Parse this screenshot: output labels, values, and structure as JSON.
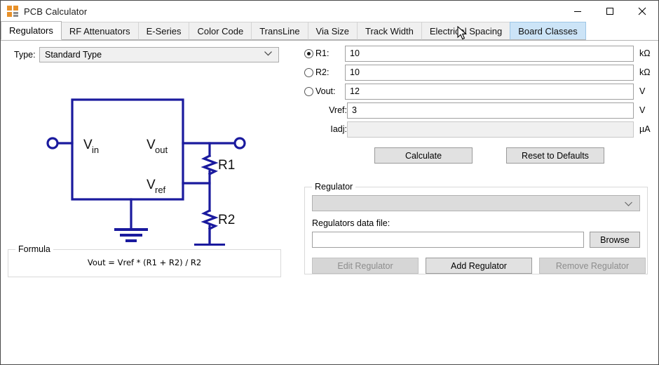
{
  "window": {
    "title": "PCB Calculator",
    "icon": "calculator-icon",
    "minimize_label": "Minimize",
    "maximize_label": "Maximize",
    "close_label": "Close"
  },
  "tabs": [
    {
      "label": "Regulators",
      "state": "active"
    },
    {
      "label": "RF Attenuators",
      "state": "normal"
    },
    {
      "label": "E-Series",
      "state": "normal"
    },
    {
      "label": "Color Code",
      "state": "normal"
    },
    {
      "label": "TransLine",
      "state": "normal"
    },
    {
      "label": "Via Size",
      "state": "normal"
    },
    {
      "label": "Track Width",
      "state": "normal"
    },
    {
      "label": "Electrical Spacing",
      "state": "normal"
    },
    {
      "label": "Board Classes",
      "state": "hover"
    }
  ],
  "left": {
    "type_label": "Type:",
    "type_value": "Standard Type",
    "circuit": {
      "vin": "V",
      "vin_sub": "in",
      "vout": "V",
      "vout_sub": "out",
      "vref": "V",
      "vref_sub": "ref",
      "r1": "R1",
      "r2": "R2",
      "color": "#1a1a9e"
    },
    "formula": {
      "legend": "Formula",
      "text": "Vout = Vref * (R1 + R2) / R2"
    }
  },
  "right": {
    "fields": [
      {
        "radio": "selected",
        "label": "R1:",
        "value": "10",
        "unit": "kΩ",
        "enabled": true
      },
      {
        "radio": "off",
        "label": "R2:",
        "value": "10",
        "unit": "kΩ",
        "enabled": true
      },
      {
        "radio": "off",
        "label": "Vout:",
        "value": "12",
        "unit": "V",
        "enabled": true
      },
      {
        "radio": "none",
        "label": "Vref:",
        "value": "3",
        "unit": "V",
        "enabled": true
      },
      {
        "radio": "none",
        "label": "Iadj:",
        "value": "",
        "unit": "µA",
        "enabled": false
      }
    ],
    "calculate_label": "Calculate",
    "reset_label": "Reset to Defaults",
    "regulator_group": {
      "legend": "Regulator",
      "combo_value": "",
      "data_file_label": "Regulators data file:",
      "data_file_value": "",
      "browse_label": "Browse",
      "edit_label": "Edit Regulator",
      "add_label": "Add Regulator",
      "remove_label": "Remove Regulator"
    }
  },
  "colors": {
    "circuit_blue": "#1a1a9e",
    "tab_hover": "#cce4f7",
    "button_face": "#e1e1e1",
    "disabled_face": "#d6d6d6",
    "accent_icon": "#e8912a"
  }
}
